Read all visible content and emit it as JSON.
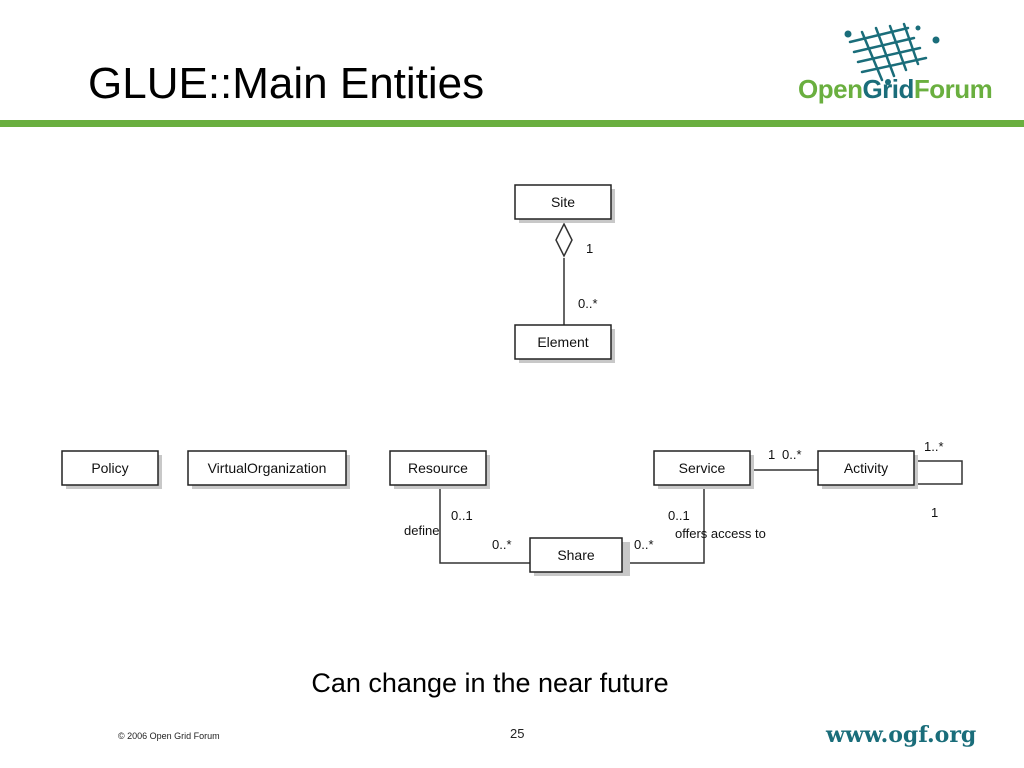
{
  "header": {
    "title": "GLUE::Main Entities",
    "accent_color": "#6aaf3f",
    "logo": {
      "word_open": "Open",
      "word_grid": "Grid",
      "word_forum": "Forum",
      "icon": "grid-network-icon"
    }
  },
  "diagram": {
    "entities": [
      {
        "id": "site",
        "label": "Site"
      },
      {
        "id": "element",
        "label": "Element"
      },
      {
        "id": "policy",
        "label": "Policy"
      },
      {
        "id": "virtual-organization",
        "label": "VirtualOrganization"
      },
      {
        "id": "resource",
        "label": "Resource"
      },
      {
        "id": "service",
        "label": "Service"
      },
      {
        "id": "activity",
        "label": "Activity"
      },
      {
        "id": "share",
        "label": "Share"
      }
    ],
    "associations": [
      {
        "from": "site",
        "to": "element",
        "type": "aggregation",
        "source_mult": "1",
        "target_mult": "0..*"
      },
      {
        "from": "resource",
        "to": "share",
        "label": "define",
        "source_mult": "0..1",
        "target_mult": "0..*"
      },
      {
        "from": "service",
        "to": "share",
        "label": "offers access to",
        "source_mult": "0..1",
        "target_mult": "0..*"
      },
      {
        "from": "service",
        "to": "activity",
        "source_mult": "1",
        "target_mult": "0..*"
      },
      {
        "from": "activity",
        "to": "activity",
        "type": "self",
        "source_mult": "1..*",
        "target_mult": "1"
      }
    ]
  },
  "caption": "Can change in the near future",
  "footer": {
    "copyright": "© 2006 Open Grid Forum",
    "page_number": "25",
    "url": "www.ogf.org"
  }
}
